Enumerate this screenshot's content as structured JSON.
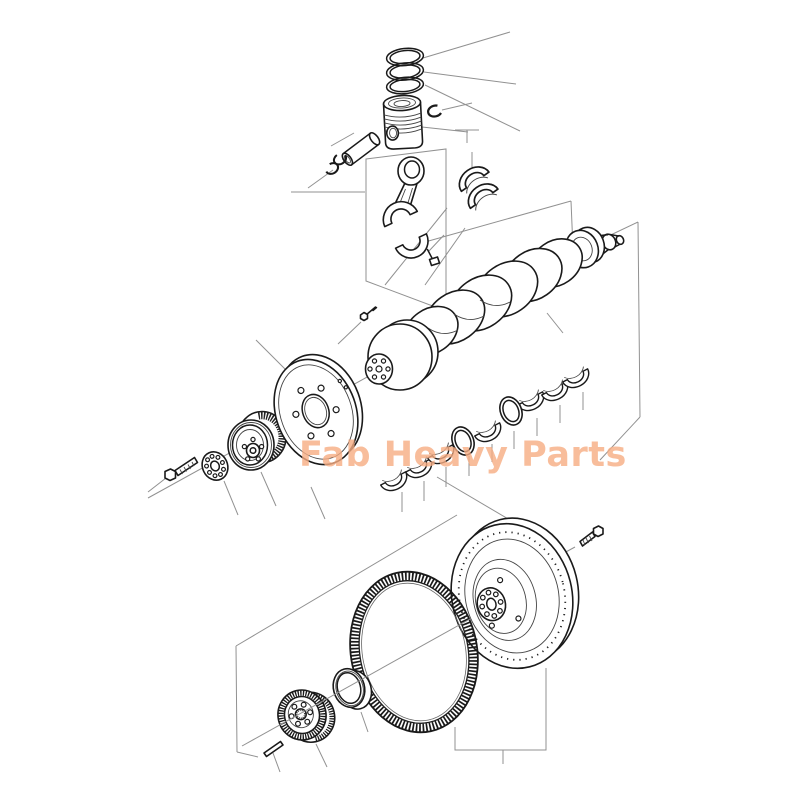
{
  "watermark": {
    "text": "Fab Heavy Parts",
    "color": "#f7ad83",
    "opacity": 0.8
  },
  "colors": {
    "background": "#ffffff",
    "line": "#1a1a1a",
    "guide": "#919191",
    "watermark": "#f7ad83"
  },
  "diagram": {
    "type": "exploded-parts-diagram",
    "subject": "engine crankshaft, piston and flywheel group",
    "parts": [
      "piston-rings",
      "piston",
      "piston-pin",
      "pin-circlips",
      "connecting-rod",
      "connecting-rod-cap",
      "connecting-rod-bolt",
      "connecting-rod-bearing-shells",
      "crankshaft",
      "crankshaft-front-bolt",
      "pulley-bolt",
      "pulley-washer",
      "crankshaft-pulley",
      "vibration-damper",
      "main-bearing-shells",
      "thrust-washers",
      "flywheel",
      "flywheel-bolt",
      "flywheel-ring-gear",
      "wear-sleeve",
      "crankshaft-gear",
      "dowel-pin"
    ]
  }
}
